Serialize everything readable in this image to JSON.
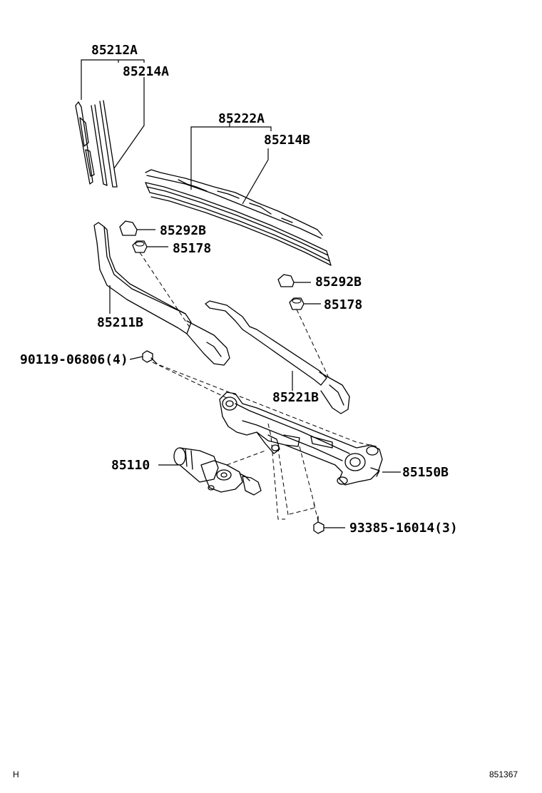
{
  "labels": {
    "p85212A": "85212A",
    "p85214A": "85214A",
    "p85222A": "85222A",
    "p85214B": "85214B",
    "p85292B_1": "85292B",
    "p85178_1": "85178",
    "p85292B_2": "85292B",
    "p85178_2": "85178",
    "p85211B": "85211B",
    "p90119": "90119-06806(4)",
    "p85221B": "85221B",
    "p85110": "85110",
    "p85150B": "85150B",
    "p93385": "93385-16014(3)"
  },
  "corner": {
    "left": "H",
    "right": "851367"
  }
}
